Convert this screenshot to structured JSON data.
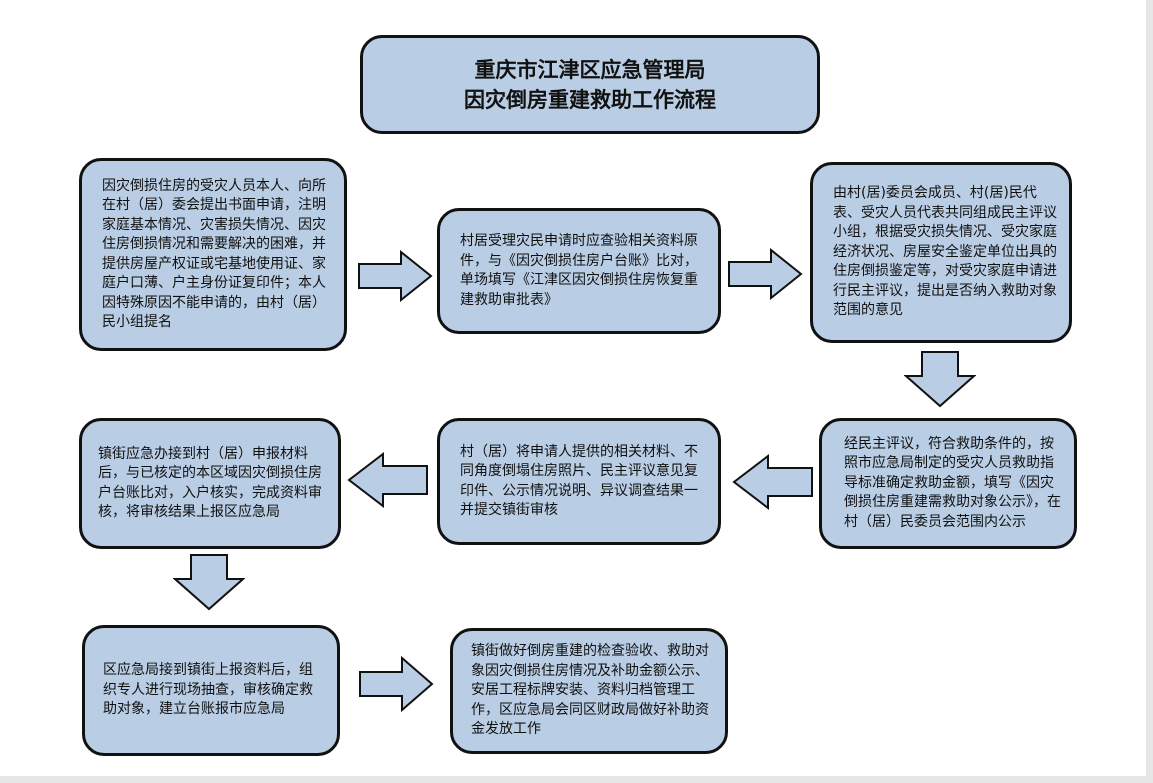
{
  "title": {
    "line1": "重庆市江津区应急管理局",
    "line2": "因灾倒房重建救助工作流程"
  },
  "steps": [
    {
      "id": "1",
      "text": "因灾倒损住房的受灾人员本人、向所在村（居）委会提出书面申请，注明家庭基本情况、灾害损失情况、因灾住房倒损情况和需要解决的困难，并提供房屋产权证或宅基地使用证、家庭户口薄、户主身份证复印件；本人因特殊原因不能申请的，由村（居）民小组提名"
    },
    {
      "id": "2",
      "text": "村居受理灾民申请时应查验相关资料原件，与《因灾倒损住房户台账》比对，单场填写《江津区因灾倒损住房恢复重建救助审批表》"
    },
    {
      "id": "3",
      "text": "由村(居)委员会成员、村(居)民代表、受灾人员代表共同组成民主评议小组，根据受灾损失情况、受灾家庭经济状况、房屋安全鉴定单位出具的住房倒损鉴定等，对受灾家庭申请进行民主评议，提出是否纳入救助对象范围的意见"
    },
    {
      "id": "4",
      "text": "经民主评议，符合救助条件的，按照市应急局制定的受灾人员救助指导标准确定救助金额，填写《因灾倒损住房重建需救助对象公示》，在村（居）民委员会范围内公示"
    },
    {
      "id": "5",
      "text": "村（居）将申请人提供的相关材料、不同角度倒塌住房照片、民主评议意见复印件、公示情况说明、异议调查结果一并提交镇街审核"
    },
    {
      "id": "6",
      "text": "镇街应急办接到村（居）申报材料后，与已核定的本区域因灾倒损住房户台账比对，入户核实，完成资料审核，将审核结果上报区应急局"
    },
    {
      "id": "7",
      "text": "区应急局接到镇街上报资料后，组织专人进行现场抽查，审核确定救助对象，建立台账报市应急局"
    },
    {
      "id": "8",
      "text": "镇街做好倒房重建的检查验收、救助对象因灾倒损住房情况及补助金额公示、安居工程标牌安装、资料归档管理工作，区应急局会同区财政局做好补助资金发放工作"
    }
  ]
}
